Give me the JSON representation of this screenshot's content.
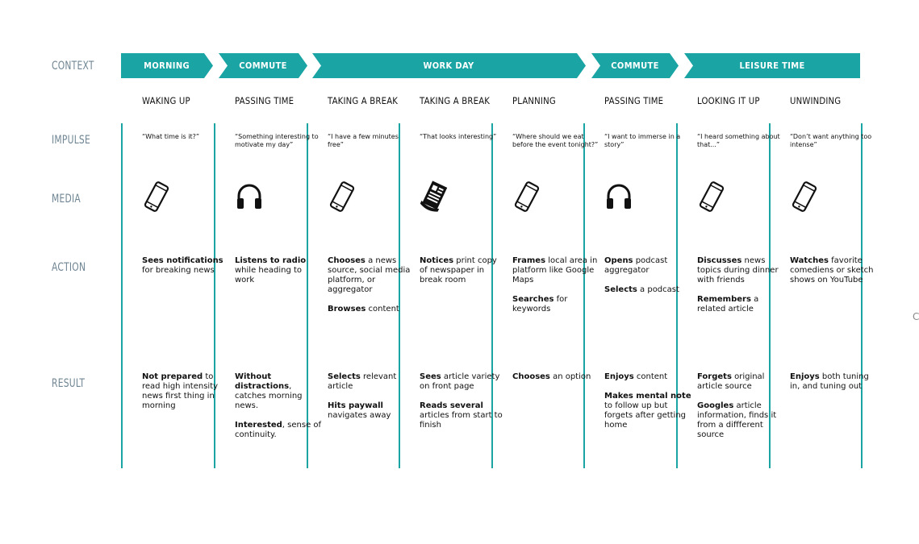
{
  "row_labels": {
    "context": "CONTEXT",
    "impulse": "IMPULSE",
    "media": "MEDIA",
    "action": "ACTION",
    "result": "RESULT"
  },
  "context_phases": [
    {
      "label": "MORNING"
    },
    {
      "label": "COMMUTE"
    },
    {
      "label": "WORK DAY"
    },
    {
      "label": "COMMUTE"
    },
    {
      "label": "LEISURE TIME"
    }
  ],
  "columns": [
    {
      "title": "WAKING UP",
      "impulse": "“What time is it?”",
      "media_icon": "smartphone-icon",
      "action": [
        {
          "bold": "Sees notifications",
          "rest": " for breaking news"
        }
      ],
      "result": [
        {
          "bold": "Not prepared",
          "rest": " to read high intensity news first thing in morning"
        }
      ]
    },
    {
      "title": "PASSING TIME",
      "impulse": "“Something interesting to motivate my day”",
      "media_icon": "headphones-icon",
      "action": [
        {
          "bold": "Listens to radio",
          "rest": " while heading to work"
        }
      ],
      "result": [
        {
          "bold": "Without distractions",
          "rest": ", catches morning news."
        },
        {
          "bold": "Interested",
          "rest": ", sense of continuity."
        }
      ]
    },
    {
      "title": "TAKING A BREAK",
      "impulse": "“I have a few minutes free”",
      "media_icon": "smartphone-icon",
      "action": [
        {
          "bold": "Chooses",
          "rest": " a news source, social media platform, or aggregator"
        },
        {
          "bold": "Browses",
          "rest": " content"
        }
      ],
      "result": [
        {
          "bold": "Selects",
          "rest": " relevant article"
        },
        {
          "bold": "Hits paywall",
          "rest": " navigates away"
        }
      ]
    },
    {
      "title": "TAKING A BREAK",
      "impulse": "“That looks interesting”",
      "media_icon": "newspaper-icon",
      "action": [
        {
          "bold": "Notices",
          "rest": " print copy of newspaper in break room"
        }
      ],
      "result": [
        {
          "bold": "Sees",
          "rest": " article variety on front page"
        },
        {
          "bold": "Reads several",
          "rest": " articles from start to finish"
        }
      ]
    },
    {
      "title": "PLANNING",
      "impulse": "“Where should we eat before the event tonight?”",
      "media_icon": "smartphone-icon",
      "action": [
        {
          "bold": "Frames",
          "rest": " local area in platform like Google Maps"
        },
        {
          "bold": "Searches",
          "rest": " for keywords"
        }
      ],
      "result": [
        {
          "bold": "Chooses",
          "rest": " an option"
        }
      ]
    },
    {
      "title": "PASSING TIME",
      "impulse": "“I want to immerse in a story”",
      "media_icon": "headphones-icon",
      "action": [
        {
          "bold": "Opens",
          "rest": " podcast aggregator"
        },
        {
          "bold": "Selects",
          "rest": " a podcast"
        }
      ],
      "result": [
        {
          "bold": "Enjoys",
          "rest": " content"
        },
        {
          "bold": "Makes mental note",
          "rest": " to follow up but forgets after getting home"
        }
      ]
    },
    {
      "title": "LOOKING IT UP",
      "impulse": "“I heard something about that...”",
      "media_icon": "smartphone-icon",
      "action": [
        {
          "bold": "Discusses",
          "rest": " news topics during dinner with friends"
        },
        {
          "bold": "Remembers",
          "rest": " a related article"
        }
      ],
      "result": [
        {
          "bold": "Forgets",
          "rest": " original article source"
        },
        {
          "bold": "Googles",
          "rest": " article information, finds it from a diffferent source"
        }
      ]
    },
    {
      "title": "UNWINDING",
      "impulse": "“Don’t want anything too intense”",
      "media_icon": "smartphone-icon",
      "action": [
        {
          "bold": "Watches",
          "rest": " favorite comediens or sketch shows on YouTube"
        }
      ],
      "result": [
        {
          "bold": "Enjoys",
          "rest": " both tuning in, and tuning out"
        }
      ]
    }
  ],
  "colors": {
    "accent": "#1aa4a4",
    "label": "#6f8593"
  },
  "edge_mark": "C"
}
